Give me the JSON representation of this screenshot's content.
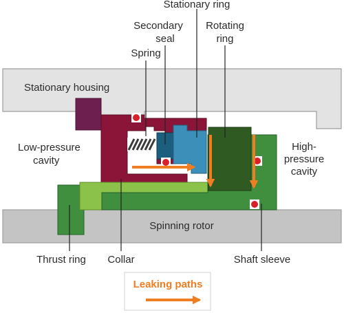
{
  "labels": {
    "stationary_ring": "Stationary ring",
    "secondary_seal_line1": "Secondary",
    "secondary_seal_line2": "seal",
    "rotating_ring_line1": "Rotating",
    "rotating_ring_line2": "ring",
    "spring": "Spring",
    "stationary_housing": "Stationary housing",
    "low_pressure_line1": "Low-pressure",
    "low_pressure_line2": "cavity",
    "high_pressure_line1": "High-",
    "high_pressure_line2": "pressure",
    "high_pressure_line3": "cavity",
    "spinning_rotor": "Spinning rotor",
    "thrust_ring": "Thrust ring",
    "collar": "Collar",
    "shaft_sleeve": "Shaft sleeve"
  },
  "legend": {
    "text": "Leaking paths"
  },
  "colors": {
    "housing_fill": "#e3e3e3",
    "rotor_fill": "#c4c4c4",
    "collar": "#8a1538",
    "secondary_seal": "#1b5e7e",
    "stationary_ring": "#3b8fb8",
    "rotating_ring": "#2f5a22",
    "shaft_sleeve": "#3f8f3f",
    "light_green": "#8bc34a",
    "gland_purple": "#6d1f4f",
    "leak_arrow": "#ef7d21",
    "marker_red": "#d8202b"
  }
}
